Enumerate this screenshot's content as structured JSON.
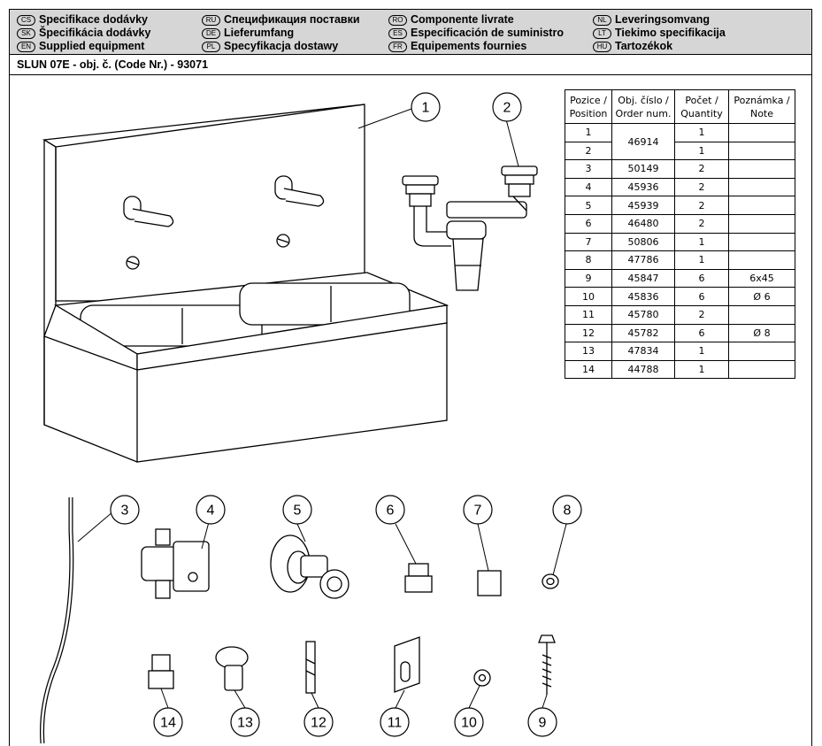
{
  "header": {
    "languages": [
      {
        "code": "CS",
        "label": "Specifikace dodávky"
      },
      {
        "code": "SK",
        "label": "Špecifikácia dodávky"
      },
      {
        "code": "EN",
        "label": "Supplied equipment"
      },
      {
        "code": "RU",
        "label": "Спецификация поставки"
      },
      {
        "code": "DE",
        "label": "Lieferumfang"
      },
      {
        "code": "PL",
        "label": "Specyfikacja dostawy"
      },
      {
        "code": "RO",
        "label": "Componente livrate"
      },
      {
        "code": "ES",
        "label": "Especificación de suministro"
      },
      {
        "code": "FR",
        "label": "Equipements fournies"
      },
      {
        "code": "NL",
        "label": "Leveringsomvang"
      },
      {
        "code": "LT",
        "label": "Tiekimo specifikacija"
      },
      {
        "code": "HU",
        "label": "Tartozékok"
      }
    ]
  },
  "title": "SLUN 07E - obj. č. (Code Nr.) - 93071",
  "table": {
    "headers": [
      [
        "Pozice /",
        "Position"
      ],
      [
        "Obj. číslo /",
        "Order num."
      ],
      [
        "Počet /",
        "Quantity"
      ],
      [
        "Poznámka /",
        "Note"
      ]
    ],
    "rows": [
      {
        "pos": "1",
        "order": "46914",
        "qty": "1",
        "note": ""
      },
      {
        "pos": "2",
        "order": "",
        "qty": "1",
        "note": ""
      },
      {
        "pos": "3",
        "order": "50149",
        "qty": "2",
        "note": ""
      },
      {
        "pos": "4",
        "order": "45936",
        "qty": "2",
        "note": ""
      },
      {
        "pos": "5",
        "order": "45939",
        "qty": "2",
        "note": ""
      },
      {
        "pos": "6",
        "order": "46480",
        "qty": "2",
        "note": ""
      },
      {
        "pos": "7",
        "order": "50806",
        "qty": "1",
        "note": ""
      },
      {
        "pos": "8",
        "order": "47786",
        "qty": "1",
        "note": ""
      },
      {
        "pos": "9",
        "order": "45847",
        "qty": "6",
        "note": "6x45"
      },
      {
        "pos": "10",
        "order": "45836",
        "qty": "6",
        "note": "Ø 6"
      },
      {
        "pos": "11",
        "order": "45780",
        "qty": "2",
        "note": ""
      },
      {
        "pos": "12",
        "order": "45782",
        "qty": "6",
        "note": "Ø 8"
      },
      {
        "pos": "13",
        "order": "47834",
        "qty": "1",
        "note": ""
      },
      {
        "pos": "14",
        "order": "44788",
        "qty": "1",
        "note": ""
      }
    ]
  },
  "callouts": [
    "1",
    "2",
    "3",
    "4",
    "5",
    "6",
    "7",
    "8",
    "9",
    "10",
    "11",
    "12",
    "13",
    "14"
  ]
}
